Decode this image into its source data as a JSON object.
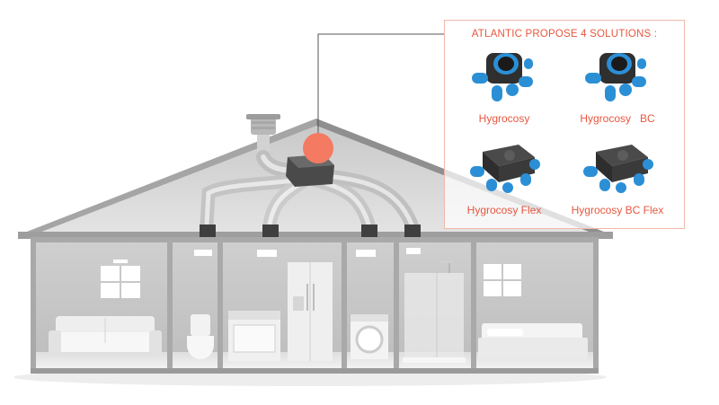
{
  "callout": {
    "title": "ATLANTIC PROPOSE 4 SOLUTIONS :",
    "accent_color": "#e8563f",
    "border_color": "#f0b9a8"
  },
  "products": [
    {
      "label": "Hygrocosy",
      "icon": "hygrocosy-unit-icon",
      "variant": "round"
    },
    {
      "label": "Hygrocosy   BC",
      "icon": "hygrocosy-bc-unit-icon",
      "variant": "round"
    },
    {
      "label": "Hygrocosy Flex",
      "icon": "hygrocosy-flex-unit-icon",
      "variant": "flat"
    },
    {
      "label": "Hygrocosy BC Flex",
      "icon": "hygrocosy-bc-flex-unit-icon",
      "variant": "flat"
    }
  ],
  "house": {
    "highlight_color": "#f47a62",
    "duct_color": "#d6d6d6",
    "rooms": [
      "living-room",
      "toilet",
      "kitchen",
      "laundry",
      "bathroom",
      "bedroom"
    ]
  }
}
